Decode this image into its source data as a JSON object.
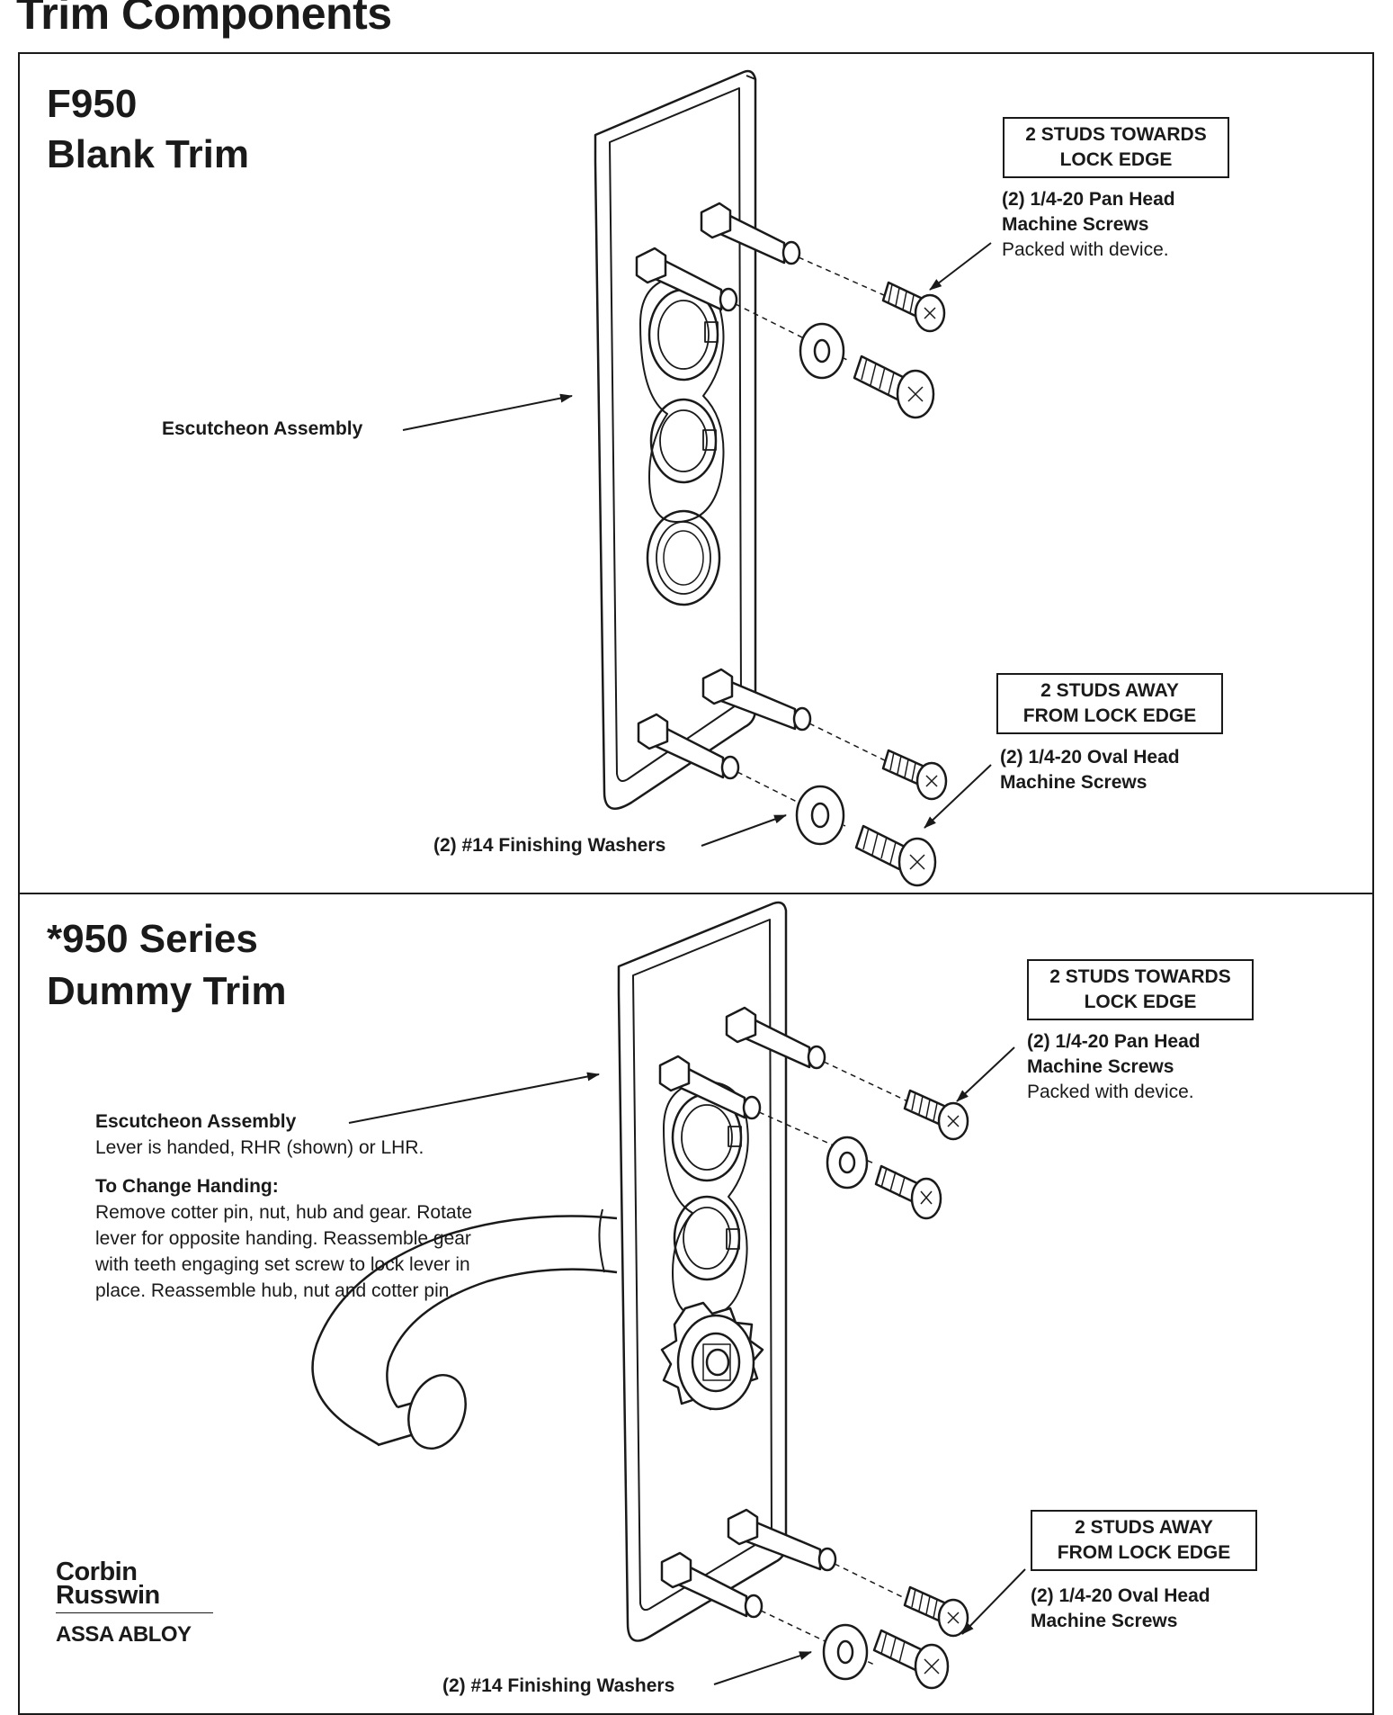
{
  "page_title": "Trim Components",
  "panels": [
    {
      "heading_line1": "F950",
      "heading_line2": "Blank Trim",
      "box_towards_line1": "2 STUDS TOWARDS",
      "box_towards_line2": "LOCK EDGE",
      "pan_head_line1": "(2) 1/4-20 Pan Head",
      "pan_head_line2": "Machine Screws",
      "pan_head_note": "Packed with device.",
      "escutcheon_label": "Escutcheon Assembly",
      "box_away_line1": "2 STUDS AWAY",
      "box_away_line2": "FROM LOCK EDGE",
      "oval_head_line1": "(2) 1/4-20 Oval Head",
      "oval_head_line2": "Machine Screws",
      "washers_label": "(2) #14 Finishing Washers"
    },
    {
      "heading_line1": "*950 Series",
      "heading_line2": "Dummy Trim",
      "box_towards_line1": "2 STUDS TOWARDS",
      "box_towards_line2": "LOCK EDGE",
      "pan_head_line1": "(2) 1/4-20 Pan Head",
      "pan_head_line2": "Machine Screws",
      "pan_head_note": "Packed with device.",
      "escutcheon_label": "Escutcheon Assembly",
      "escutcheon_note": "Lever is handed, RHR (shown) or LHR.",
      "handing_title": "To Change Handing:",
      "handing_text_1": "Remove cotter pin, nut, hub and gear. Rotate",
      "handing_text_2": "lever for opposite handing. Reassemble gear",
      "handing_text_3": "with teeth engaging set screw to lock lever in",
      "handing_text_4": "place. Reassemble hub, nut and cotter pin.",
      "box_away_line1": "2 STUDS AWAY",
      "box_away_line2": "FROM LOCK EDGE",
      "oval_head_line1": "(2) 1/4-20 Oval Head",
      "oval_head_line2": "Machine Screws",
      "washers_label": "(2) #14 Finishing Washers"
    }
  ],
  "logo": {
    "corbin_russwin": "Corbin Russwin",
    "assa_abloy": "ASSA ABLOY"
  },
  "colors": {
    "ink": "#1a1a1a",
    "paper": "#ffffff"
  }
}
